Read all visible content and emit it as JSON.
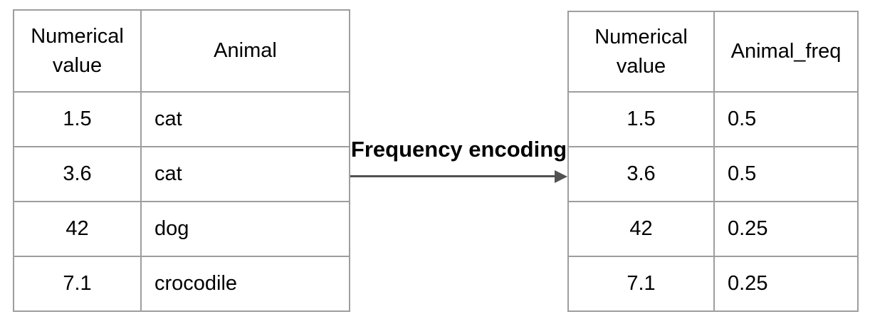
{
  "diagram": {
    "label": "Frequency encoding",
    "left_table": {
      "headers": [
        "Numerical value",
        "Animal"
      ],
      "rows": [
        [
          "1.5",
          "cat"
        ],
        [
          "3.6",
          "cat"
        ],
        [
          "42",
          "dog"
        ],
        [
          "7.1",
          "crocodile"
        ]
      ]
    },
    "right_table": {
      "headers": [
        "Numerical value",
        "Animal_freq"
      ],
      "rows": [
        [
          "1.5",
          "0.5"
        ],
        [
          "3.6",
          "0.5"
        ],
        [
          "42",
          "0.25"
        ],
        [
          "7.1",
          "0.25"
        ]
      ]
    },
    "colors": {
      "table_border": "#9e9e9e",
      "arrow": "#515151",
      "text": "#000000",
      "label": "#000000",
      "background": "#ffffff"
    }
  }
}
